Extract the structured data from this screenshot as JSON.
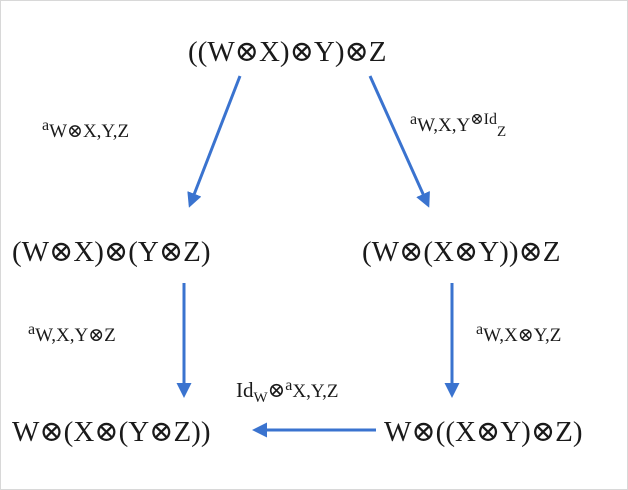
{
  "nodes": {
    "top": "((W⊗X)⊗Y)⊗Z",
    "mid_left": "(W⊗X)⊗(Y⊗Z)",
    "mid_right": "(W⊗(X⊗Y))⊗Z",
    "bottom_left": "W⊗(X⊗(Y⊗Z))",
    "bottom_right": "W⊗((X⊗Y)⊗Z)"
  },
  "labels": {
    "top_left": {
      "base": "a",
      "sub": "W⊗X,Y,Z"
    },
    "top_right": {
      "base": "a",
      "sub": "W,X,Y",
      "sup": "⊗",
      "tail": "Id",
      "tail_sub": "Z"
    },
    "mid_left": {
      "base": "a",
      "sub": "W,X,Y⊗Z"
    },
    "mid_right": {
      "base": "a",
      "sub": "W,X⊗Y,Z"
    },
    "bottom": {
      "pre": "Id",
      "pre_sub": "W",
      "op": "⊗",
      "base": "a",
      "sub": "X,Y,Z"
    }
  },
  "colors": {
    "arrow": "#3a73cf",
    "text": "#1a1a1a"
  }
}
